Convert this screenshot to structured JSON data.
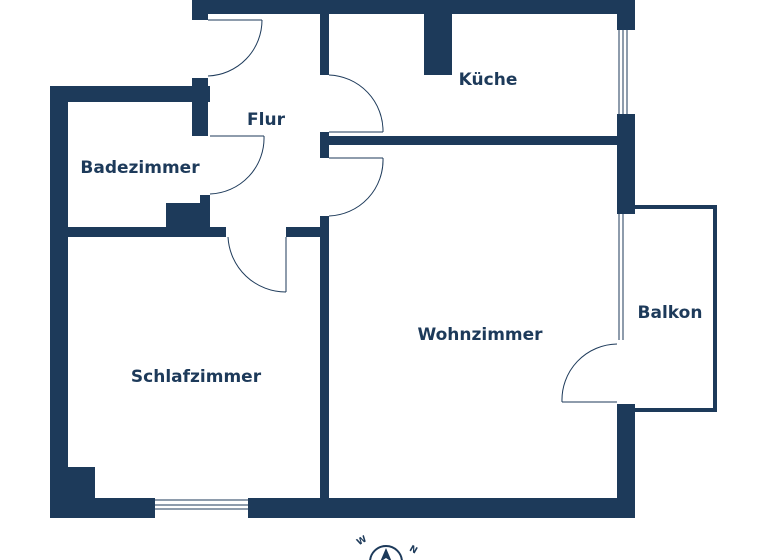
{
  "rooms": {
    "flur": "Flur",
    "kueche": "Küche",
    "badezimmer": "Badezimmer",
    "wohnzimmer": "Wohnzimmer",
    "balkon": "Balkon",
    "schlafzimmer": "Schlafzimmer"
  },
  "compass": {
    "west": "W",
    "north": "N"
  },
  "colors": {
    "wall": "#1d3a5a",
    "background": "#ffffff"
  }
}
